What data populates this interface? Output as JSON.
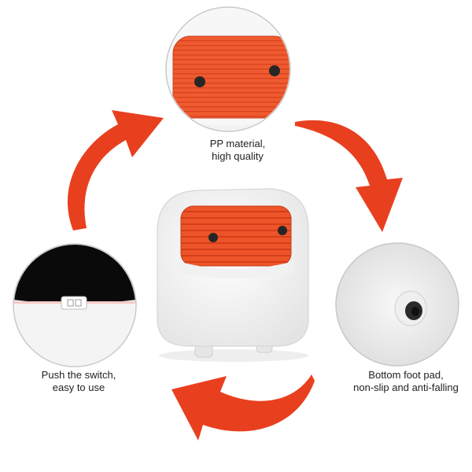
{
  "captions": {
    "top": {
      "line1": "PP material,",
      "line2": "high quality"
    },
    "right": {
      "line1": "Bottom foot pad,",
      "line2": "non-slip and anti-falling"
    },
    "left": {
      "line1": "Push the switch,",
      "line2": "easy to use"
    }
  },
  "colors": {
    "accent": "#e8401f",
    "lid": "#f05a30",
    "body": "#f6f6f6",
    "outline": "#cfcfcf",
    "text": "#222222"
  },
  "icons": {
    "arrows": "curved-arrow-icon"
  }
}
